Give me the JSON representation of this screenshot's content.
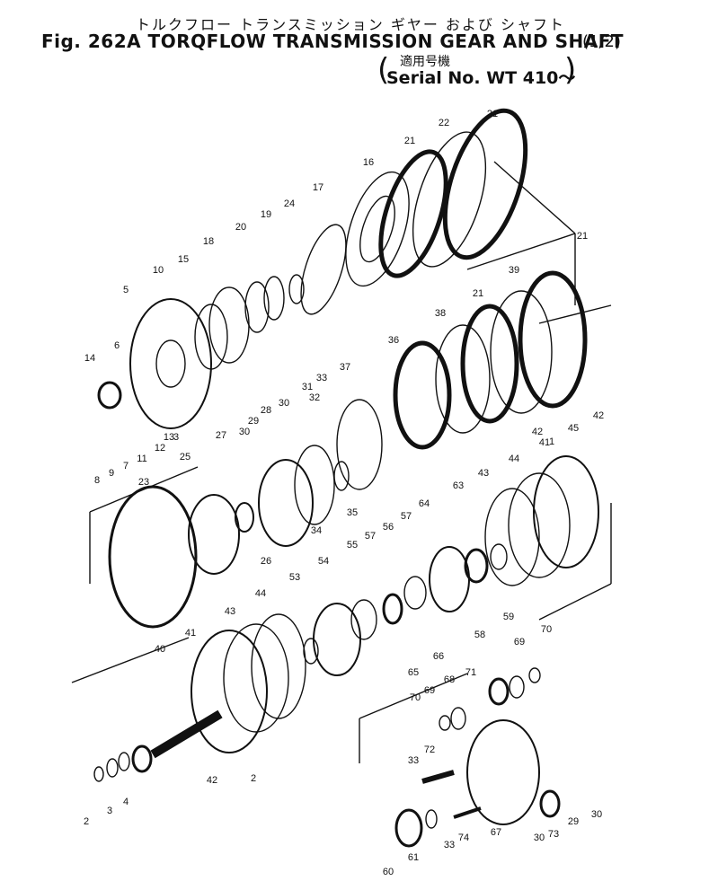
{
  "header": {
    "title_jp": "トルクフロー トランスミッション ギヤー および シャフト",
    "title_en": "Fig. 262A TORQFLOW TRANSMISSION GEAR AND SHAFT",
    "fraction": "(1/2)",
    "serial_jp": "適用号機",
    "serial": "Serial No. WT 410～"
  },
  "callouts": [
    "1",
    "2",
    "3",
    "4",
    "5",
    "6",
    "7",
    "8",
    "9",
    "10",
    "11",
    "12",
    "13",
    "14",
    "15",
    "16",
    "17",
    "18",
    "19",
    "20",
    "21",
    "22",
    "23",
    "24",
    "25",
    "26",
    "27",
    "28",
    "29",
    "30",
    "31",
    "32",
    "33",
    "34",
    "35",
    "36",
    "37",
    "38",
    "39",
    "40",
    "41",
    "42",
    "43",
    "44",
    "45",
    "53",
    "54",
    "55",
    "56",
    "57",
    "58",
    "59",
    "60",
    "61",
    "63",
    "64",
    "65",
    "66",
    "67",
    "68",
    "69",
    "70",
    "71",
    "72",
    "73",
    "74"
  ]
}
